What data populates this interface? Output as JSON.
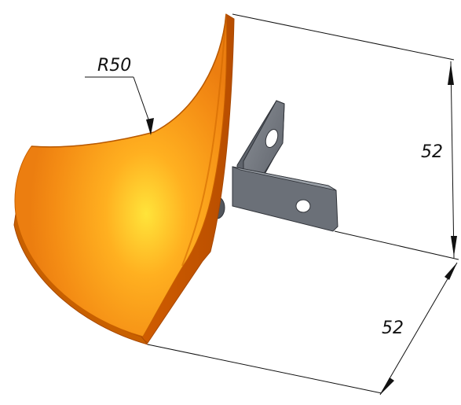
{
  "annotations": {
    "radius_label": "R50",
    "height_dimension": "52",
    "depth_dimension": "52"
  },
  "colors": {
    "part_main": "#f08a10",
    "part_highlight": "#ffd23a",
    "part_edge": "#c85a00",
    "part_side": "#d66a00",
    "bracket_main": "#6b7078",
    "bracket_dark": "#3f434a",
    "bracket_light": "#8d9299",
    "dimension_line": "#111111"
  }
}
